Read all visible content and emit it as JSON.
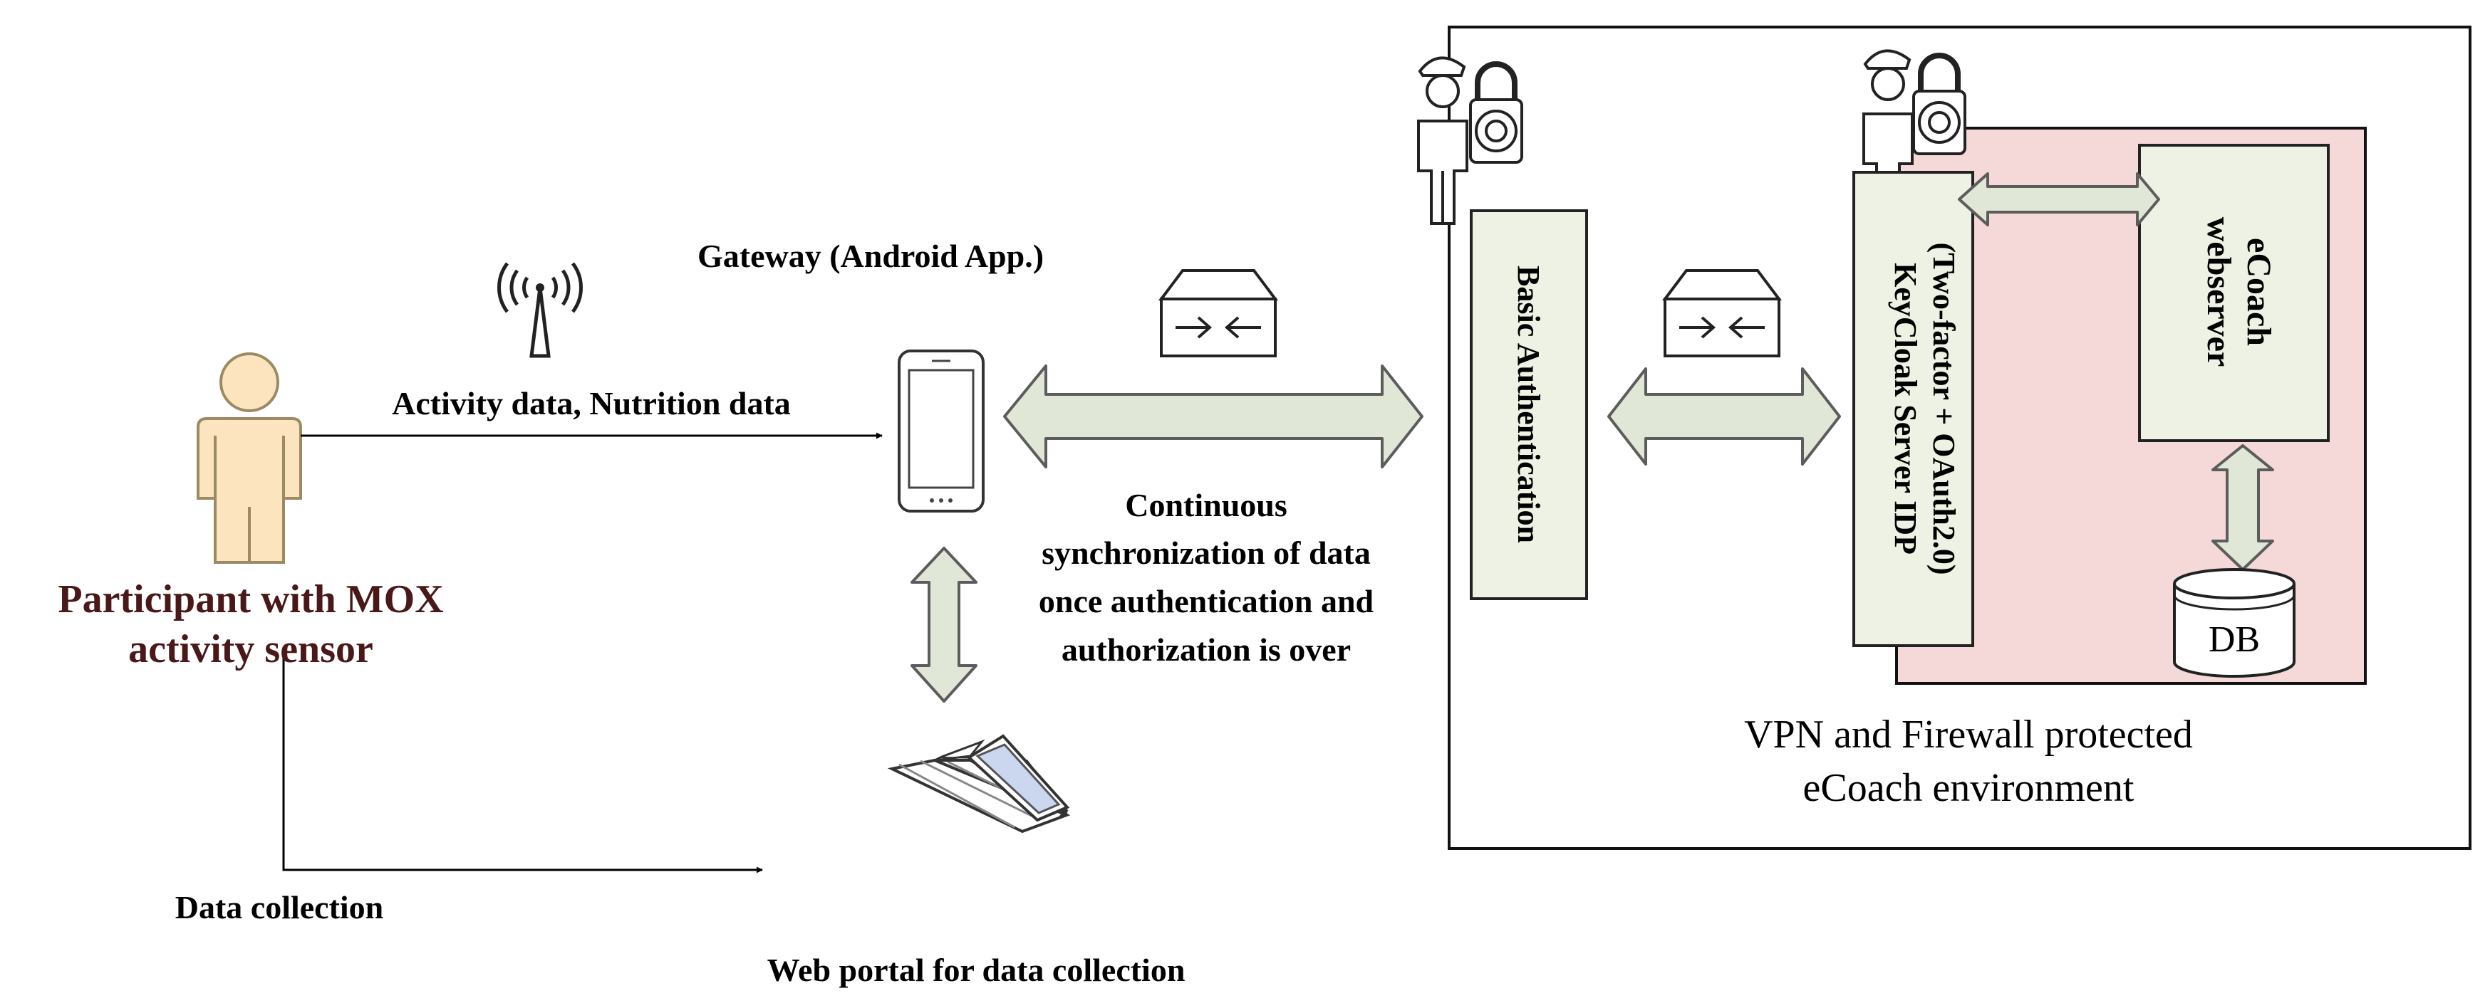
{
  "labels": {
    "participant_line1": "Participant with MOX",
    "participant_line2": "activity sensor",
    "activity_data": "Activity data, Nutrition data",
    "gateway": "Gateway (Android App.)",
    "sync_line1": "Continuous",
    "sync_line2": "synchronization of data",
    "sync_line3": "once authentication and",
    "sync_line4": "authorization is over",
    "data_collection": "Data collection",
    "web_portal": "Web portal for data collection",
    "basic_auth": "Basic Authentication",
    "keycloak_line1": "KeyCloak Server IDP",
    "keycloak_line2": "(Two-factor + OAuth2.0)",
    "ecoach_line1": "eCoach",
    "ecoach_line2": "webserver",
    "db": "DB",
    "env_line1": "VPN and Firewall protected",
    "env_line2": "eCoach environment"
  },
  "colors": {
    "person_fill": "#FCE4BE",
    "person_stroke": "#9B8A63",
    "participant_text": "#4A1818",
    "arrow_fill": "#E1E7D6",
    "arrow_stroke": "#5C5C5C",
    "box_fill": "#EEF2E4",
    "protected_zone": "#F5D8D8"
  },
  "icons": [
    "person-icon",
    "antenna-icon",
    "smartphone-icon",
    "laptop-icon",
    "router-icon",
    "security-guard-icon",
    "padlock-icon",
    "database-icon"
  ]
}
